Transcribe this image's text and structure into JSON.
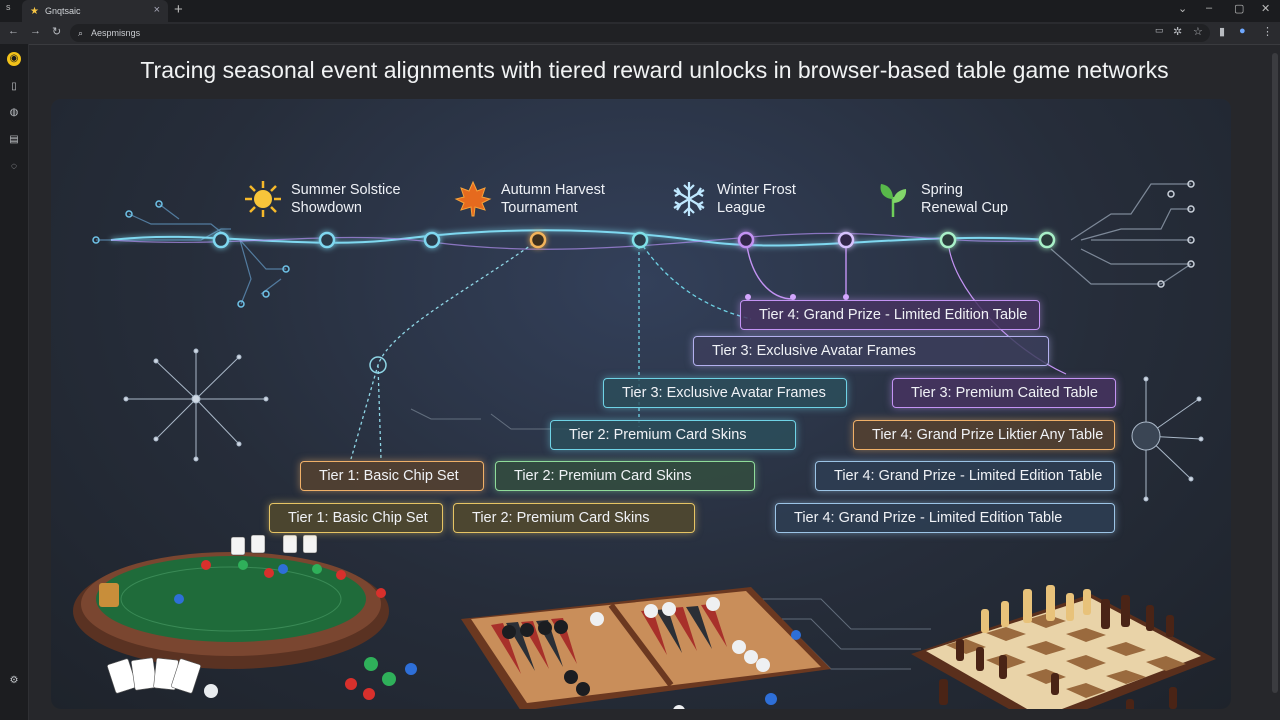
{
  "browser": {
    "tab_title": "Gnqtsaic",
    "address_text": "Aespmisngs",
    "new_tab_symbol": "+",
    "close_tab_symbol": "×"
  },
  "page": {
    "title": "Tracing seasonal event alignments with tiered reward unlocks in browser-based table game networks"
  },
  "events": [
    {
      "line1": "Summer Solstice",
      "line2": "Showdown",
      "icon": "sun-icon"
    },
    {
      "line1": "Autumn Harvest",
      "line2": "Tournament",
      "icon": "maple-leaf-icon"
    },
    {
      "line1": "Winter Frost",
      "line2": "League",
      "icon": "snowflake-icon"
    },
    {
      "line1": "Spring",
      "line2": "Renewal Cup",
      "icon": "sprout-icon"
    }
  ],
  "tiers": [
    {
      "label": "Tier 4: Grand Prize - Limited Edition Table",
      "color": "#c493f4"
    },
    {
      "label": "Tier 3: Exclusive Avatar Frames",
      "color": "#b3b0ee"
    },
    {
      "label": "Tier 3: Exclusive Avatar Frames",
      "color": "#6fd3e6"
    },
    {
      "label": "Tier 3: Premium Caited Table",
      "color": "#c493f4"
    },
    {
      "label": "Tier 2: Premium Card Skins",
      "color": "#6fd3e6"
    },
    {
      "label": "Tier 4: Grand Prize Liktier Any Table",
      "color": "#f0b068"
    },
    {
      "label": "Tier 1: Basic Chip Set",
      "color": "#f0b068"
    },
    {
      "label": "Tier 2: Premium Card Skins",
      "color": "#8fdc9a"
    },
    {
      "label": "Tier 4: Grand Prize - Limited Edition Table",
      "color": "#9cc4e6"
    },
    {
      "label": "Tier 1: Basic Chip Set",
      "color": "#e6c464"
    },
    {
      "label": "Tier 2: Premium Card Skins",
      "color": "#e6c464"
    },
    {
      "label": "Tier 4: Grand Prize - Limited Edition Table",
      "color": "#9cc4e6"
    }
  ],
  "illustrations": [
    "poker-table-icon",
    "backgammon-board-icon",
    "chess-board-icon"
  ],
  "colors": {
    "timeline": "#7fd8f0",
    "accent_yellow": "#f2c21a"
  }
}
